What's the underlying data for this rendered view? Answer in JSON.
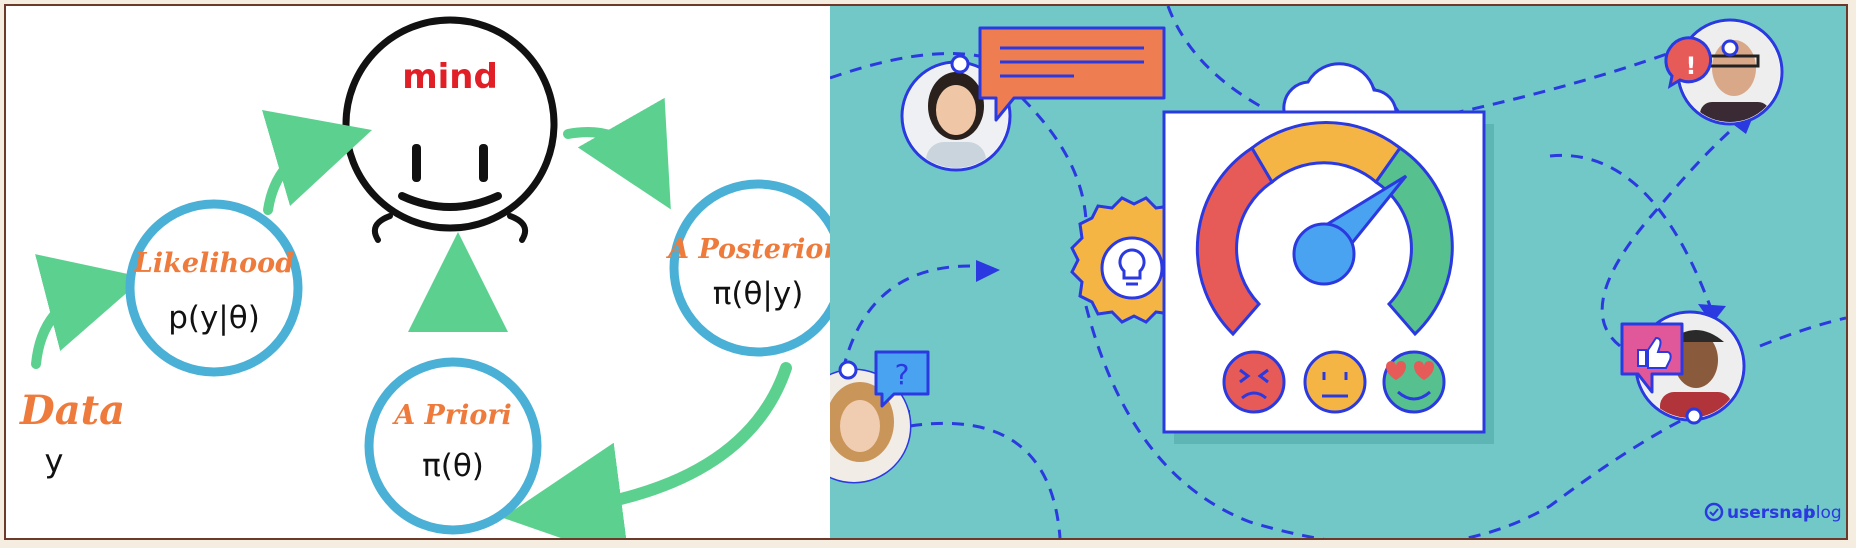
{
  "diagram": {
    "mind_label": "mind",
    "data_label": "Data",
    "data_symbol": "y",
    "likelihood_label": "Likelihood",
    "likelihood_formula": "p(y|θ)",
    "priori_label": "A Priori",
    "priori_formula": "π(θ)",
    "posteriori_label": "A Posteriori",
    "posteriori_formula": "π(θ|y)"
  },
  "illustration": {
    "help_bubble_symbol": "?",
    "alert_bubble_symbol": "!",
    "brand_name": "usersnap",
    "brand_suffix": "blog"
  },
  "colors": {
    "ring_blue": "#4ab0d6",
    "arrow_green": "#5cd18f",
    "label_orange": "#ee7a3b",
    "mind_red": "#e01f26",
    "teal_bg": "#72c8c6",
    "line_blue": "#2b39e0",
    "gauge_red": "#e65a58",
    "gauge_yellow": "#f5b545",
    "gauge_green": "#56c08e",
    "needle_blue": "#4aa3f0",
    "bubble_orange": "#ee7e52",
    "bubble_pink": "#e0579a"
  }
}
